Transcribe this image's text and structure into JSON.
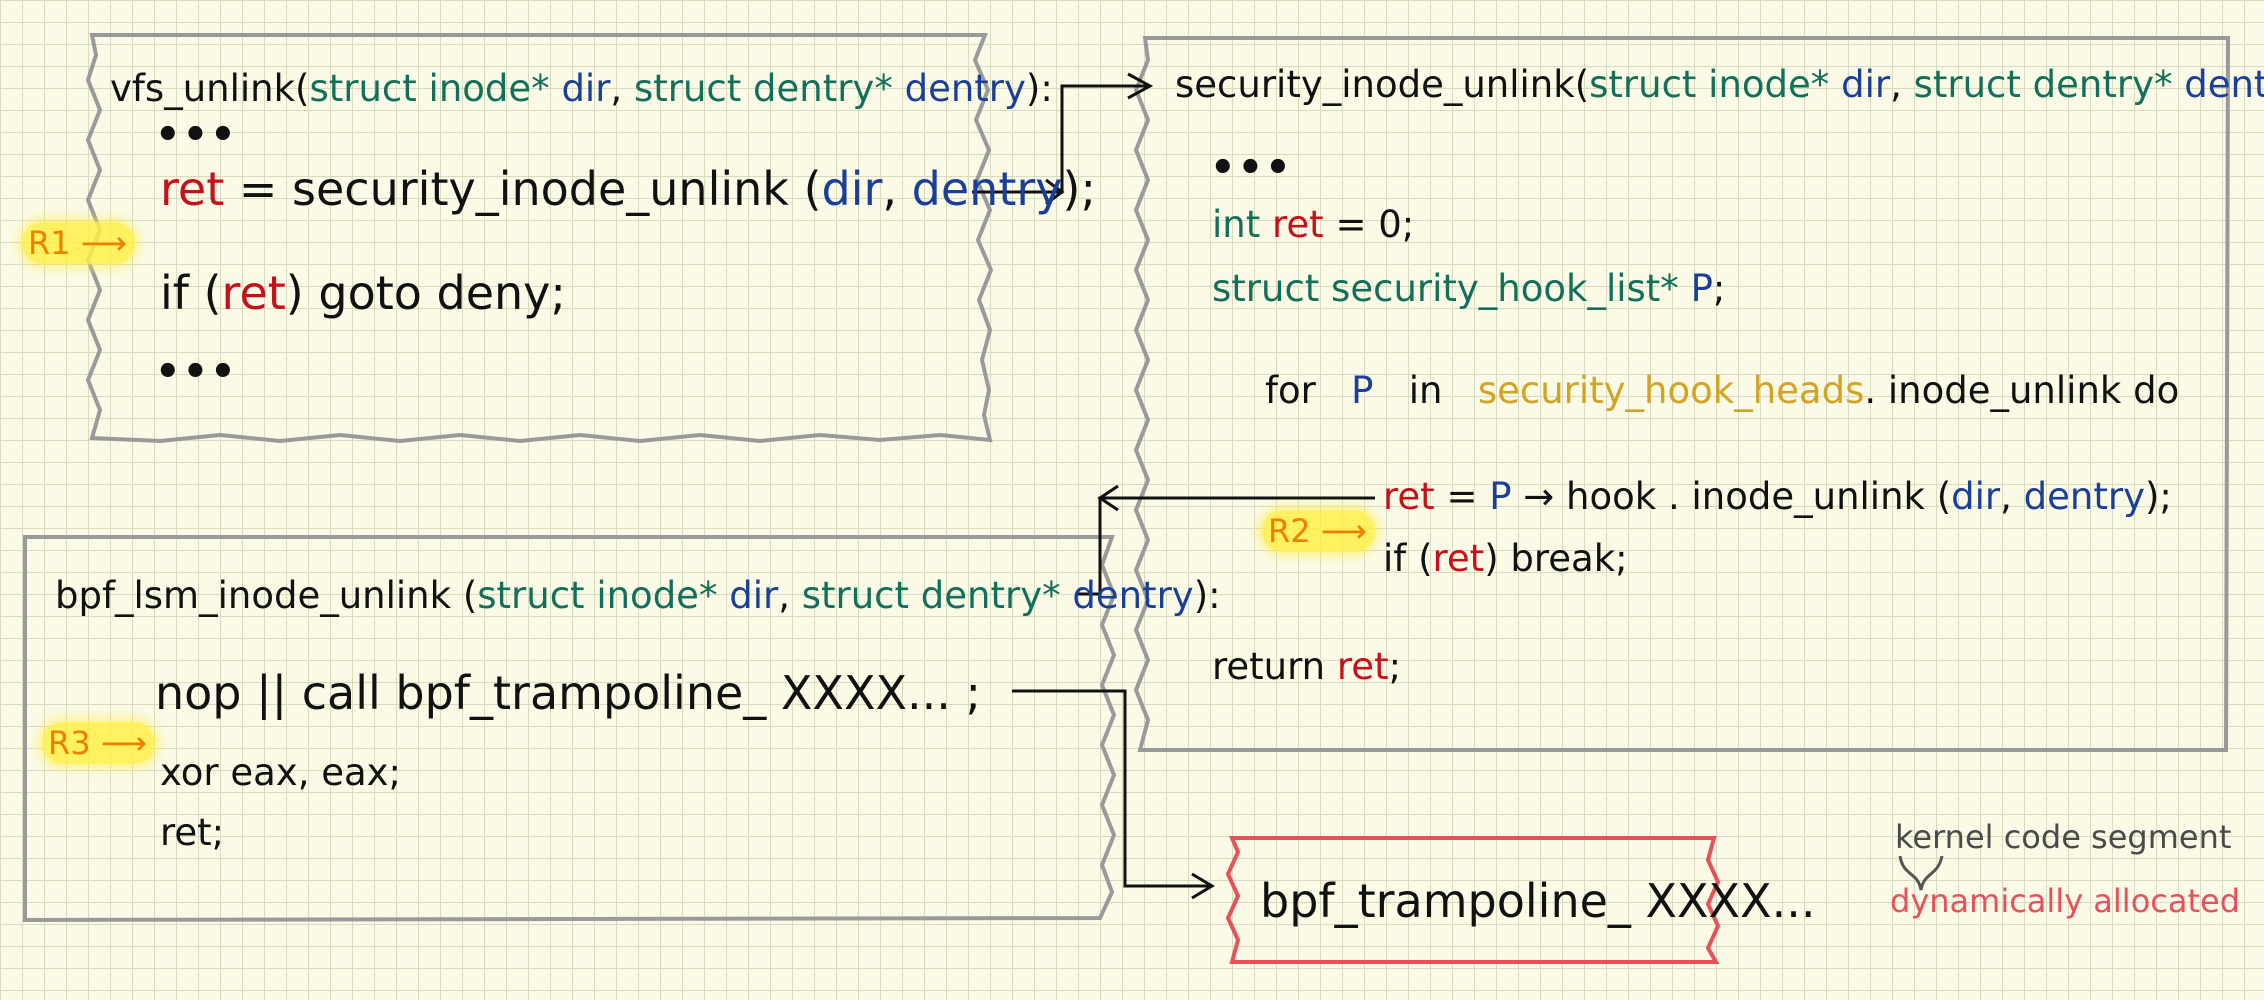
{
  "colors": {
    "paper": "#fbfae6",
    "grid": "#d7dcc0",
    "keyword": "#12705a",
    "argument": "#1a3f9a",
    "return_value": "#c8101a",
    "global": "#d4a324",
    "highlight": "#ffee46",
    "marker_text": "#ee7f00",
    "kernel_box_border": "#9a9a9a",
    "dynamic_box_border": "#e8505a"
  },
  "vfs_box": {
    "sig_name": "vfs_unlink",
    "sig_open": "(",
    "sig_type1": "struct inode*",
    "sig_arg1": "dir",
    "sig_comma": ",",
    "sig_type2": "struct dentry*",
    "sig_arg2": "dentry",
    "sig_close": "):",
    "dots1": "•••",
    "call_ret": "ret",
    "call_mid": "=  security_inode_unlink (",
    "call_arg1": "dir",
    "call_comma": ",",
    "call_arg2": "dentry",
    "call_end": ");",
    "marker": "R1",
    "if_pre": "if  (",
    "if_ret": "ret",
    "if_post": ")   goto  deny;",
    "dots2": "•••"
  },
  "security_box": {
    "sig_name": "security_inode_unlink",
    "sig_open": "(",
    "sig_type1": "struct inode*",
    "sig_arg1": "dir",
    "sig_comma": ",",
    "sig_type2": "struct dentry*",
    "sig_arg2": "dentry",
    "sig_close": "):",
    "dots": "•••",
    "decl_type": "int",
    "decl_ret": "ret",
    "decl_rest": "= 0;",
    "list_type": "struct  security_hook_list*",
    "list_var": "P",
    "list_end": ";",
    "for_kw": "for",
    "for_var": "P",
    "for_in": "in",
    "for_global": "security_hook_heads",
    "for_rest": ". inode_unlink  do",
    "hook_ret": "ret",
    "hook_eq": "=",
    "hook_var": "P",
    "hook_call": "→  hook . inode_unlink (",
    "hook_arg1": "dir",
    "hook_comma": ",",
    "hook_arg2": "dentry",
    "hook_end": ");",
    "marker": "R2",
    "break_pre": "if  (",
    "break_ret": "ret",
    "break_post": ")  break;",
    "return_kw": "return",
    "return_val": "ret",
    "return_end": ";"
  },
  "bpf_box": {
    "sig_name": "bpf_lsm_inode_unlink",
    "sig_open": "(",
    "sig_type1": "struct inode*",
    "sig_arg1": "dir",
    "sig_comma": ",",
    "sig_type2": "struct dentry*",
    "sig_arg2": "dentry",
    "sig_close": "):",
    "nop_line": "nop  ||  call  bpf_trampoline_ XXXX... ;",
    "marker": "R3",
    "xor_line": "xor   eax, eax;",
    "ret_line": "ret;"
  },
  "trampoline_box": {
    "label": "bpf_trampoline_ XXXX..."
  },
  "legend": {
    "kernel": "kernel code segment",
    "dynamic": "dynamically allocated"
  }
}
